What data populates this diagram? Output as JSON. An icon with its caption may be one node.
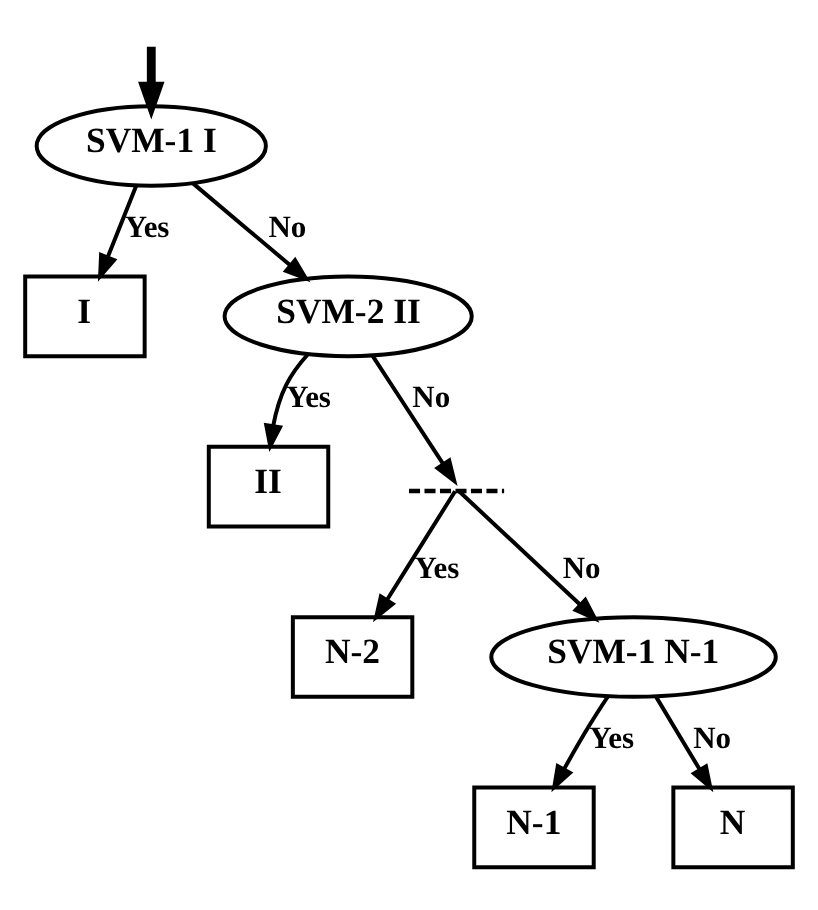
{
  "diagram": {
    "nodes": [
      {
        "text": [
          "SVM-1 I"
        ]
      },
      {
        "text": [
          "I"
        ]
      },
      {
        "text": [
          "SVM-2 II"
        ]
      },
      {
        "text": [
          "II"
        ]
      },
      {
        "text": [],
        "shape": "line"
      },
      {
        "text": [
          "N-2"
        ]
      },
      {
        "text": [
          "SVM-1 N-1"
        ]
      },
      {
        "text": [
          "N-1"
        ]
      },
      {
        "text": [
          "N"
        ]
      }
    ],
    "edges": [
      {
        "from": null,
        "to": 0,
        "arrow": "to",
        "style": "thick"
      },
      {
        "from": 0,
        "to": 1,
        "arrow": "to",
        "label": "Yes"
      },
      {
        "from": 0,
        "to": 2,
        "arrow": "to",
        "label": "No"
      },
      {
        "from": 2,
        "to": 3,
        "arrow": "to",
        "label": "Yes"
      },
      {
        "from": 2,
        "to": 4,
        "arrow": "to",
        "label": "No"
      },
      {
        "from": 4,
        "to": 5,
        "arrow": "to",
        "label": "Yes"
      },
      {
        "from": 4,
        "to": 6,
        "arrow": "to",
        "label": "No"
      },
      {
        "from": 6,
        "to": 7,
        "arrow": "to",
        "label": "Yes"
      },
      {
        "from": 6,
        "to": 8,
        "arrow": "to",
        "label": "No"
      }
    ]
  }
}
